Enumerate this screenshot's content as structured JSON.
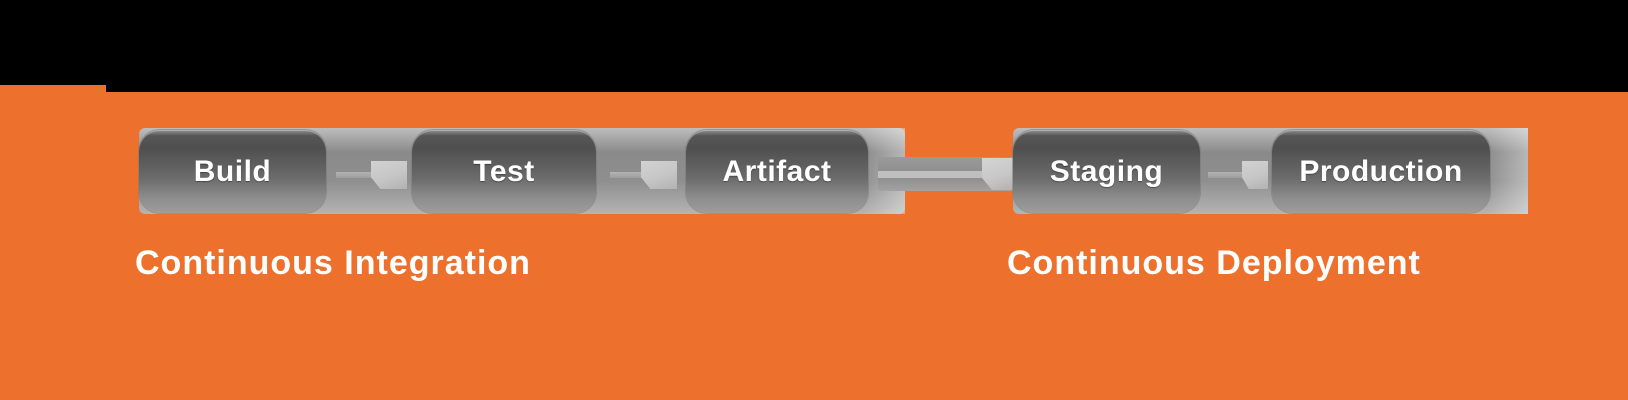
{
  "diagram": {
    "title_hint": "CI/CD pipeline flow",
    "stages": [
      {
        "label": "Build"
      },
      {
        "label": "Test"
      },
      {
        "label": "Artifact"
      },
      {
        "label": "Staging"
      },
      {
        "label": "Production"
      }
    ],
    "groups": [
      {
        "label": "Continuous Integration",
        "stages": [
          "Build",
          "Test",
          "Artifact"
        ]
      },
      {
        "label": "Continuous Deployment",
        "stages": [
          "Staging",
          "Production"
        ]
      }
    ],
    "flow": [
      "Build → Test",
      "Test → Artifact",
      "Artifact → Staging",
      "Staging → Production"
    ],
    "colors": {
      "background_top": "#000000",
      "banner_orange": "#ED712C",
      "stage_box_dark": "#4F4F4F",
      "stage_box_light": "#9D9D9D",
      "track_gray": "#8F8F8F",
      "arrow_gray": "#C8C8C8",
      "label_text": "#FFFFFF"
    }
  }
}
